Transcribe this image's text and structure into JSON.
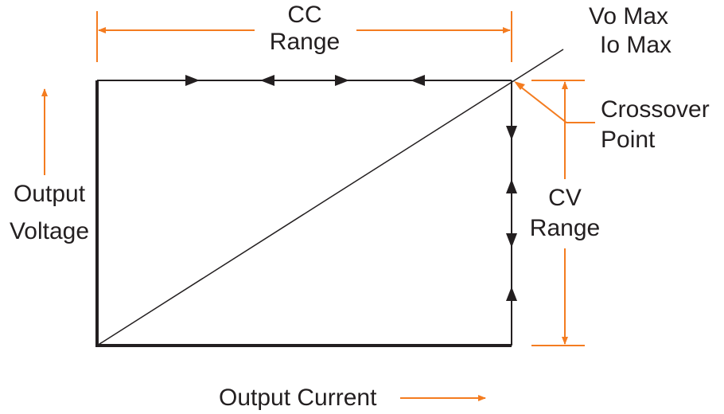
{
  "labels": {
    "cc_range_line1": "CC",
    "cc_range_line2": "Range",
    "vo_max": "Vo Max",
    "io_max": "Io Max",
    "crossover_line1": "Crossover",
    "crossover_line2": "Point",
    "cv_range_line1": "CV",
    "cv_range_line2": "Range",
    "y_axis_line1": "Output",
    "y_axis_line2": "Voltage",
    "x_axis": "Output Current"
  },
  "colors": {
    "line": "#231f20",
    "accent": "#f47c20"
  }
}
